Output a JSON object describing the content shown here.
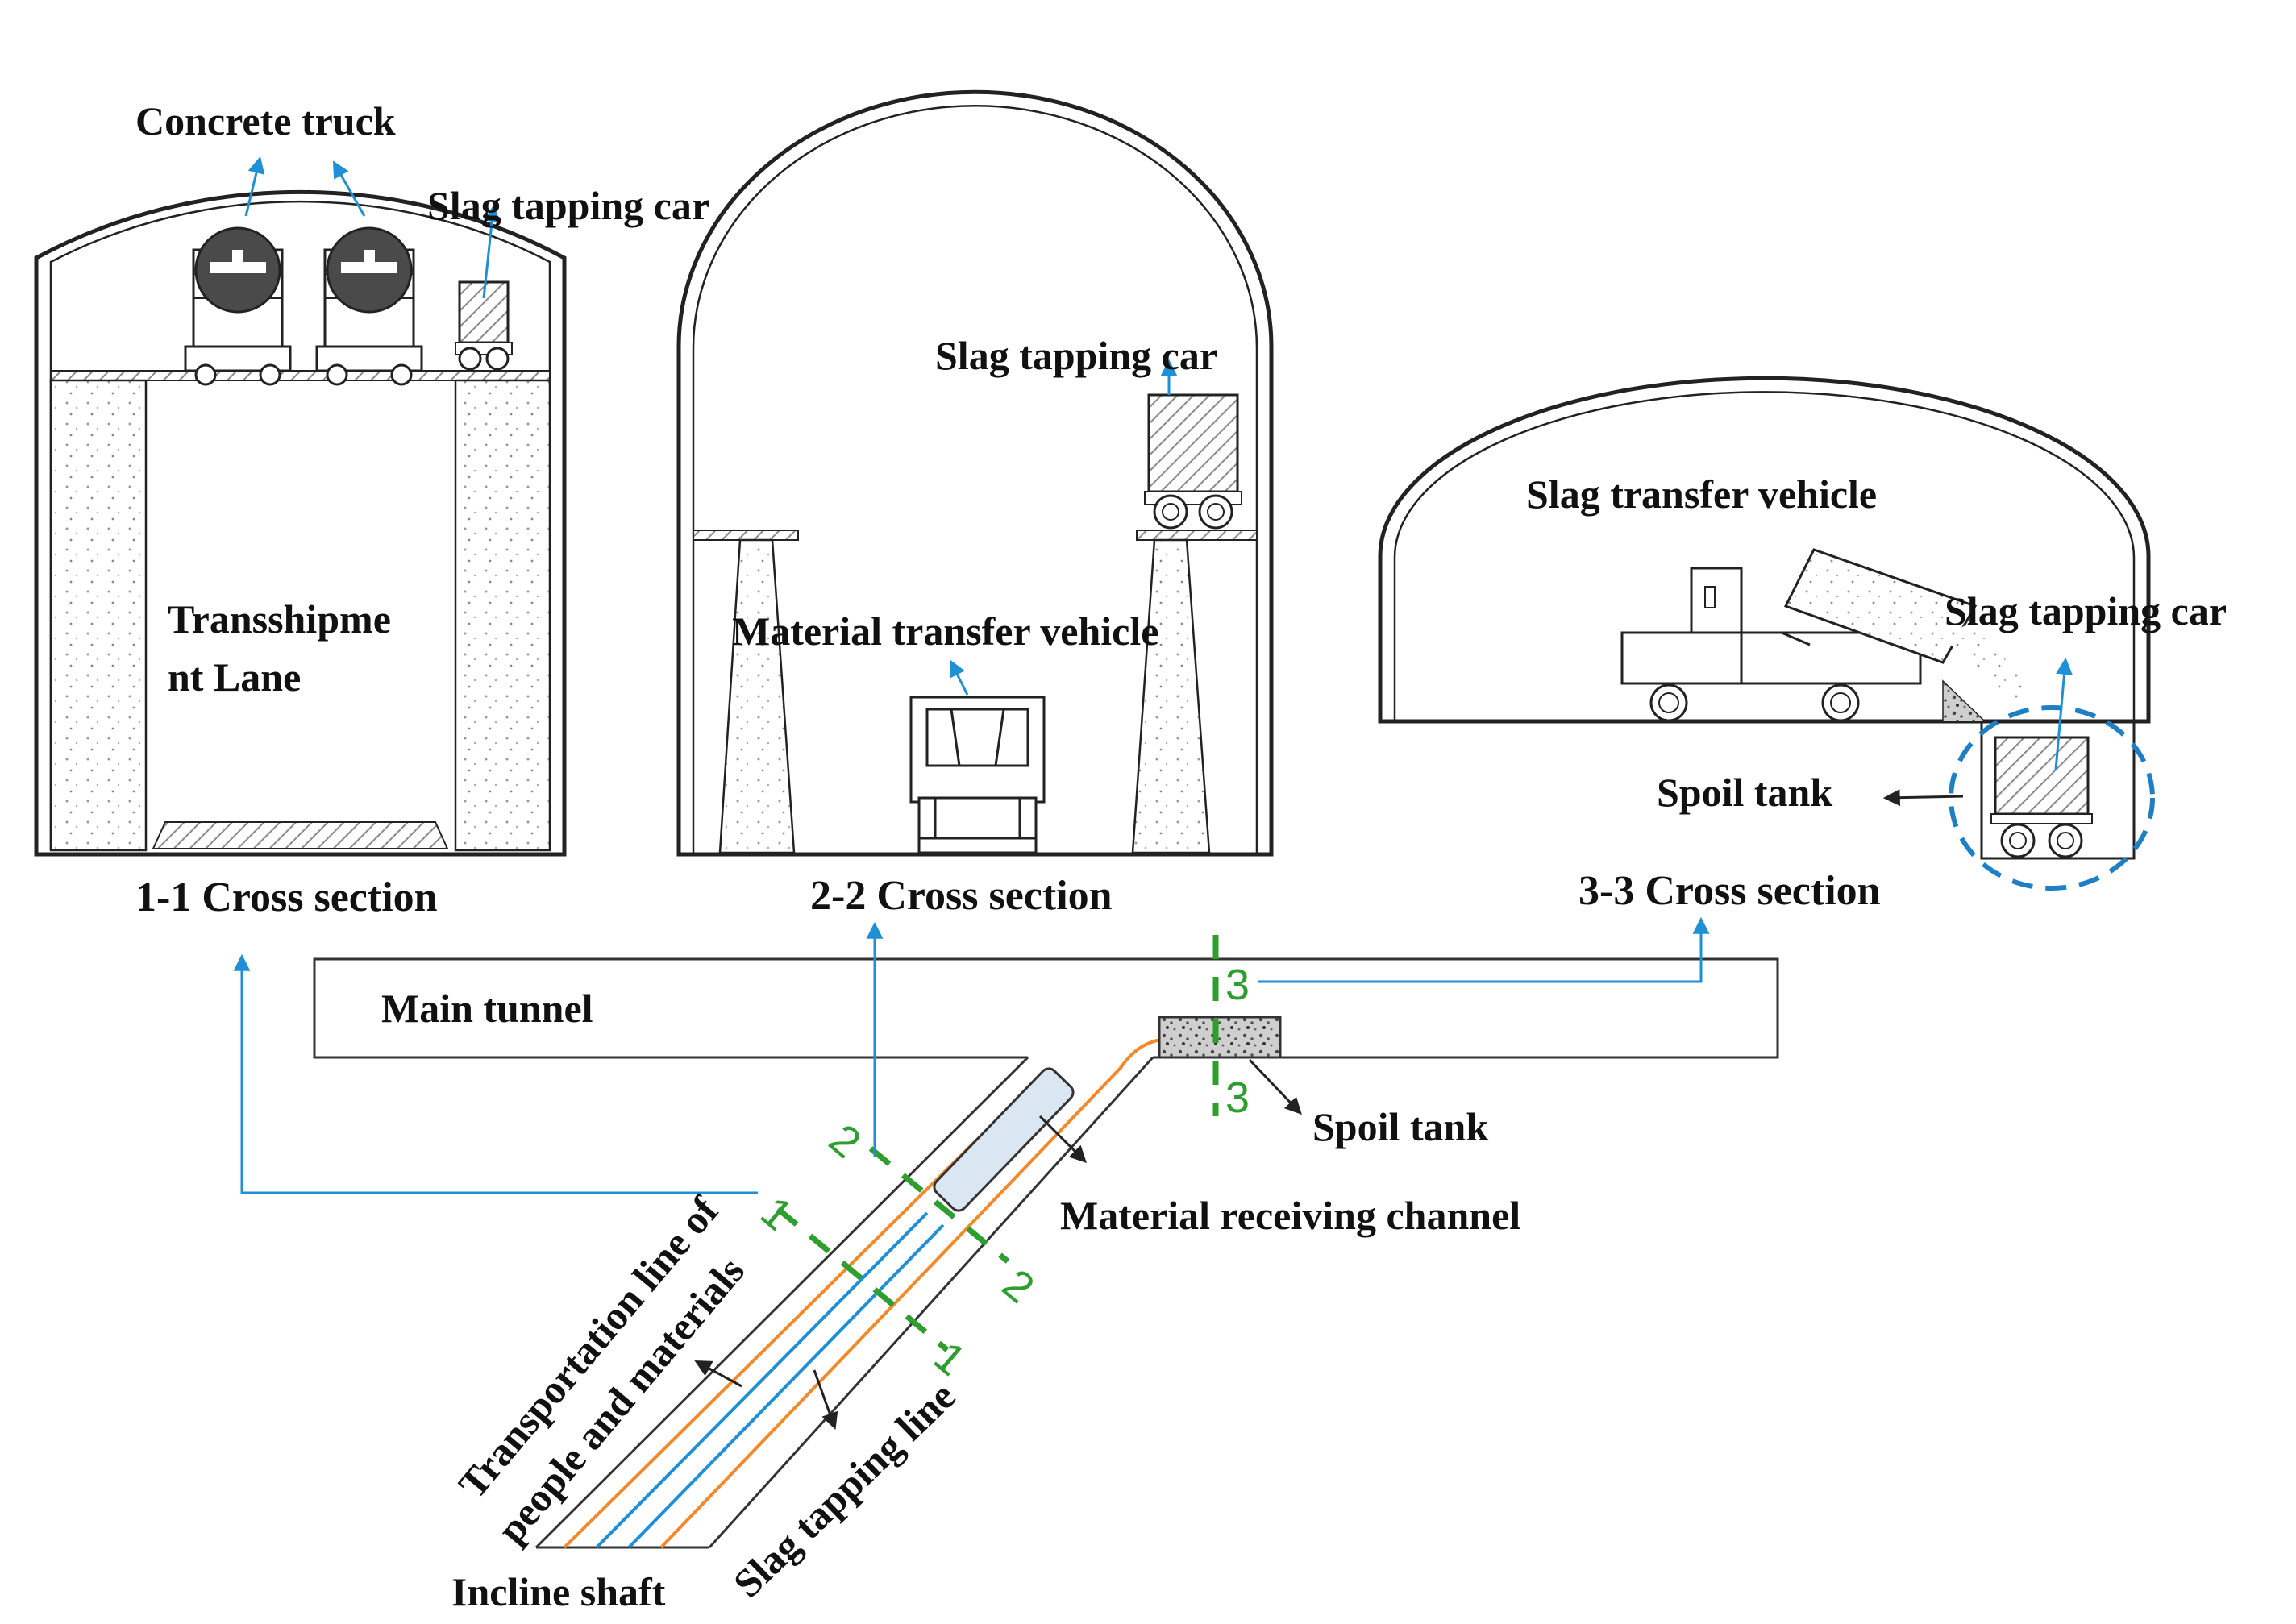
{
  "colors": {
    "line": "#222222",
    "blue": "#1f8fd6",
    "orange": "#f28a2c",
    "green": "#2e9e2e",
    "dash_circle": "#1f7fc4",
    "hatch": "#888888"
  },
  "labels": {
    "concrete_truck": "Concrete truck",
    "slag_car_1": "Slag tapping car",
    "transshipment_1": "Transshipme",
    "transshipment_2": "nt Lane",
    "section_1": "1-1 Cross section",
    "slag_car_2": "Slag tapping car",
    "material_vehicle": "Material transfer vehicle",
    "section_2": "2-2 Cross section",
    "slag_transfer_vehicle": "Slag transfer vehicle",
    "slag_car_3": "Slag tapping car",
    "spoil_tank_3": "Spoil tank",
    "section_3": "3-3 Cross section",
    "main_tunnel": "Main tunnel",
    "spoil_tank_plan": "Spoil tank",
    "material_receiving": "Material receiving channel",
    "transport_line_1": "Transportation line of",
    "transport_line_2": "people and materials",
    "slag_tapping_line": "Slag tapping line",
    "incline_shaft": "Incline shaft"
  },
  "section_marks": {
    "m1a": "1",
    "m1b": "1",
    "m2a": "2",
    "m2b": "2",
    "m3a": "3",
    "m3b": "3"
  }
}
